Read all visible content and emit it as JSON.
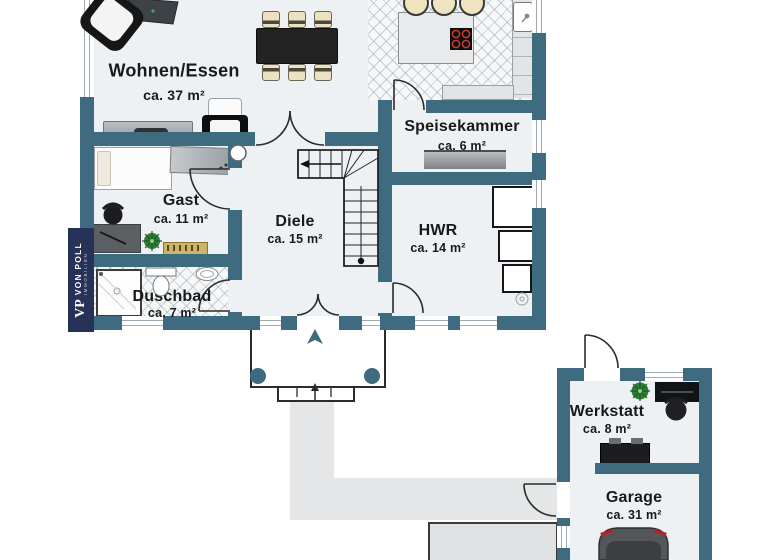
{
  "watermark": {
    "logo": "VP",
    "brand": "VON POLL",
    "sub": "IMMOBILIEN"
  },
  "rooms": [
    {
      "id": "wohnen",
      "name": "Wohnen/Essen",
      "area": "ca. 37 m²"
    },
    {
      "id": "speisekammer",
      "name": "Speisekammer",
      "area": "ca. 6 m²"
    },
    {
      "id": "gast",
      "name": "Gast",
      "area": "ca. 11 m²"
    },
    {
      "id": "diele",
      "name": "Diele",
      "area": "ca. 15 m²"
    },
    {
      "id": "hwr",
      "name": "HWR",
      "area": "ca. 14 m²"
    },
    {
      "id": "duschbad",
      "name": "Duschbad",
      "area": "ca. 7 m²"
    },
    {
      "id": "werkstatt",
      "name": "Werkstatt",
      "area": "ca. 8 m²"
    },
    {
      "id": "garage",
      "name": "Garage",
      "area": "ca. 31 m²"
    }
  ],
  "colors": {
    "wall": "#3f6b80",
    "floor": "#eef1f4",
    "watermark_bg": "#263257",
    "path": "#e4e6e8",
    "label_text": "#191919"
  }
}
